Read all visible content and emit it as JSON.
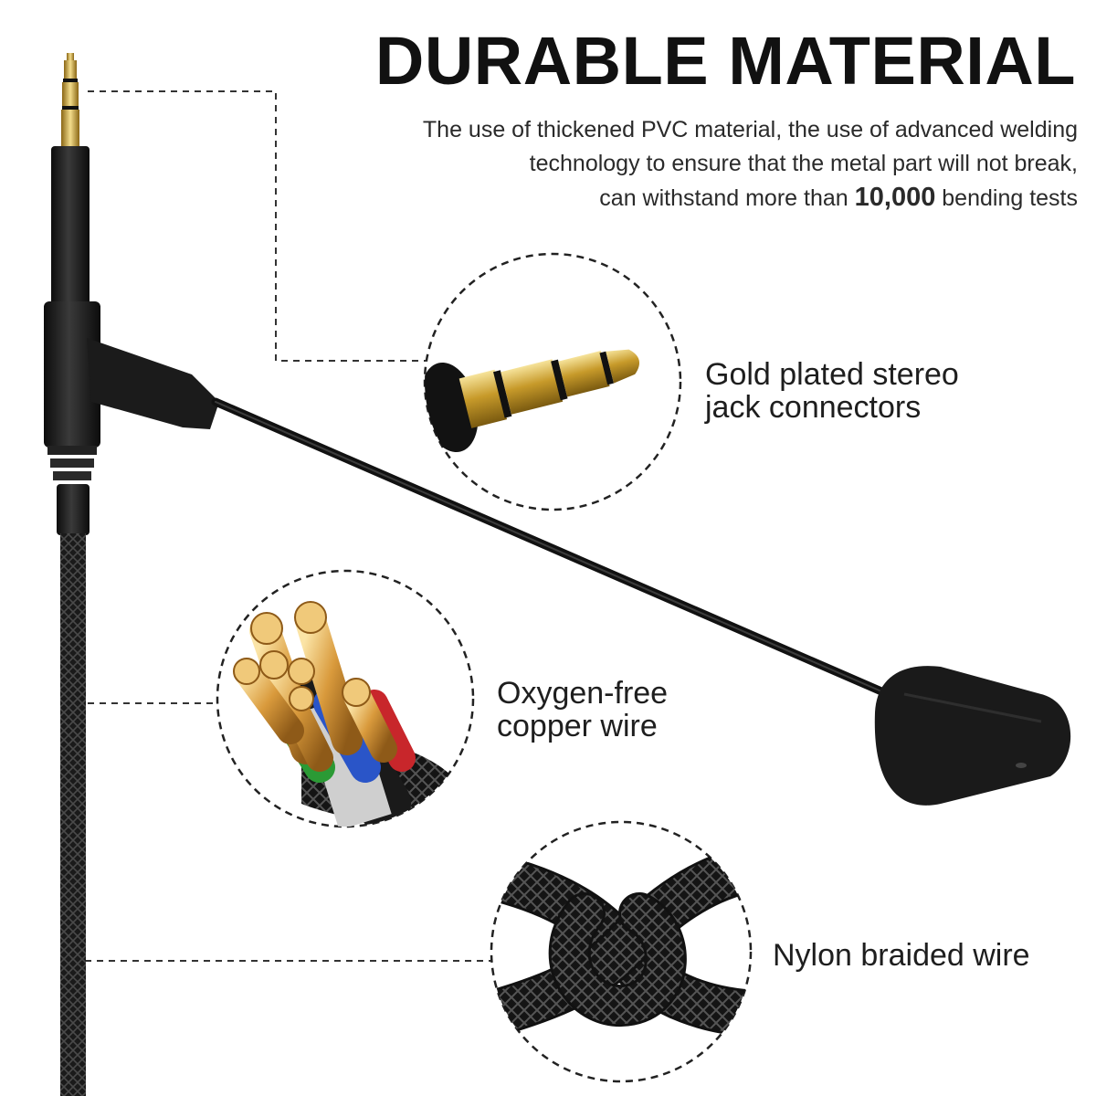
{
  "header": {
    "title": "DURABLE MATERIAL",
    "desc_line1": "The use of thickened PVC material, the use of advanced welding",
    "desc_line2": "technology to ensure that the metal part will not break,",
    "desc_line3_pre": "can withstand more than ",
    "desc_line3_bold": "10,000",
    "desc_line3_post": " bending tests"
  },
  "callouts": {
    "gold": {
      "line1": "Gold plated stereo",
      "line2": "jack connectors"
    },
    "copper": {
      "line1": "Oxygen-free",
      "line2": "copper wire"
    },
    "nylon": {
      "line1": "Nylon braided wire"
    }
  }
}
